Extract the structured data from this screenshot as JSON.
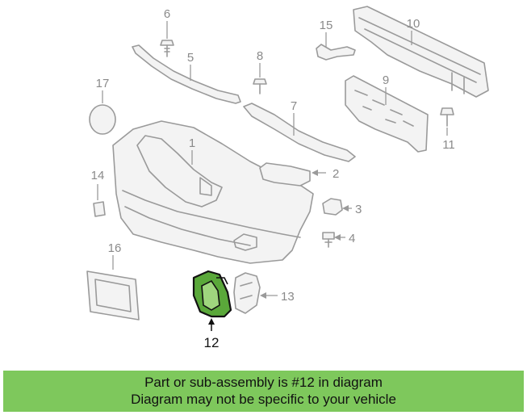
{
  "diagram": {
    "highlighted_part": "12",
    "callouts": [
      {
        "id": "p1",
        "label": "1"
      },
      {
        "id": "p2",
        "label": "2"
      },
      {
        "id": "p3",
        "label": "3"
      },
      {
        "id": "p4",
        "label": "4"
      },
      {
        "id": "p5",
        "label": "5"
      },
      {
        "id": "p6",
        "label": "6"
      },
      {
        "id": "p7",
        "label": "7"
      },
      {
        "id": "p8",
        "label": "8"
      },
      {
        "id": "p9",
        "label": "9"
      },
      {
        "id": "p10",
        "label": "10"
      },
      {
        "id": "p11",
        "label": "11"
      },
      {
        "id": "p12",
        "label": "12"
      },
      {
        "id": "p13",
        "label": "13"
      },
      {
        "id": "p14",
        "label": "14"
      },
      {
        "id": "p15",
        "label": "15"
      },
      {
        "id": "p16",
        "label": "16"
      },
      {
        "id": "p17",
        "label": "17"
      }
    ]
  },
  "banner": {
    "line1": "Part or sub-assembly is #12 in diagram",
    "line2": "Diagram may not be specific to your vehicle",
    "color": "#7ec85c"
  },
  "colors": {
    "line_art": "#9a9a9a",
    "highlight_fill": "#5aa83a",
    "highlight_stroke": "#111111"
  }
}
